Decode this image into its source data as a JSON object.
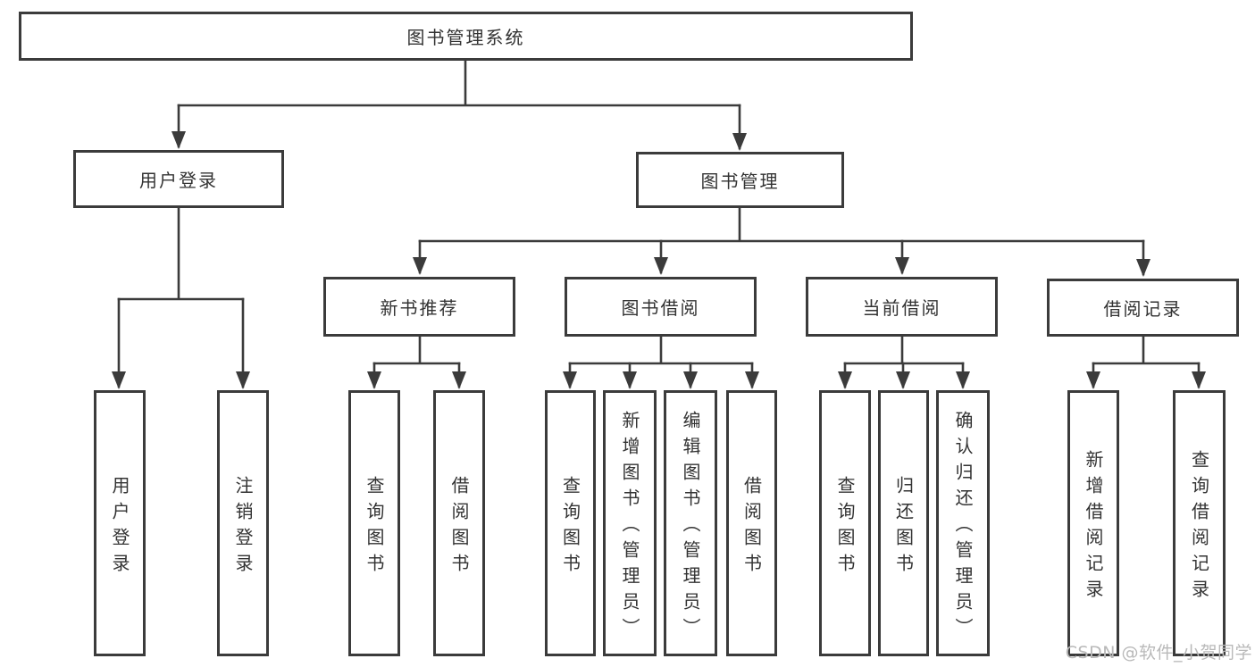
{
  "diagram": {
    "root": {
      "label": "图书管理系统"
    },
    "branches": [
      {
        "label": "用户登录",
        "children": [
          {
            "label": "用户登录"
          },
          {
            "label": "注销登录"
          }
        ]
      },
      {
        "label": "图书管理",
        "children": [
          {
            "label": "新书推荐",
            "children": [
              {
                "label": "查询图书"
              },
              {
                "label": "借阅图书"
              }
            ]
          },
          {
            "label": "图书借阅",
            "children": [
              {
                "label": "查询图书"
              },
              {
                "label": "新增图书（管理员）"
              },
              {
                "label": "编辑图书（管理员）"
              },
              {
                "label": "借阅图书"
              }
            ]
          },
          {
            "label": "当前借阅",
            "children": [
              {
                "label": "查询图书"
              },
              {
                "label": "归还图书"
              },
              {
                "label": "确认归还（管理员）"
              }
            ]
          },
          {
            "label": "借阅记录",
            "children": [
              {
                "label": "新增借阅记录"
              },
              {
                "label": "查询借阅记录"
              }
            ]
          }
        ]
      }
    ]
  },
  "watermark": {
    "text": "CSDN @软件_小贺同学"
  },
  "colors": {
    "line": "#3b3b3b",
    "text": "#333333",
    "box_background": "#ffffff",
    "watermark": "#b9b9b9"
  }
}
